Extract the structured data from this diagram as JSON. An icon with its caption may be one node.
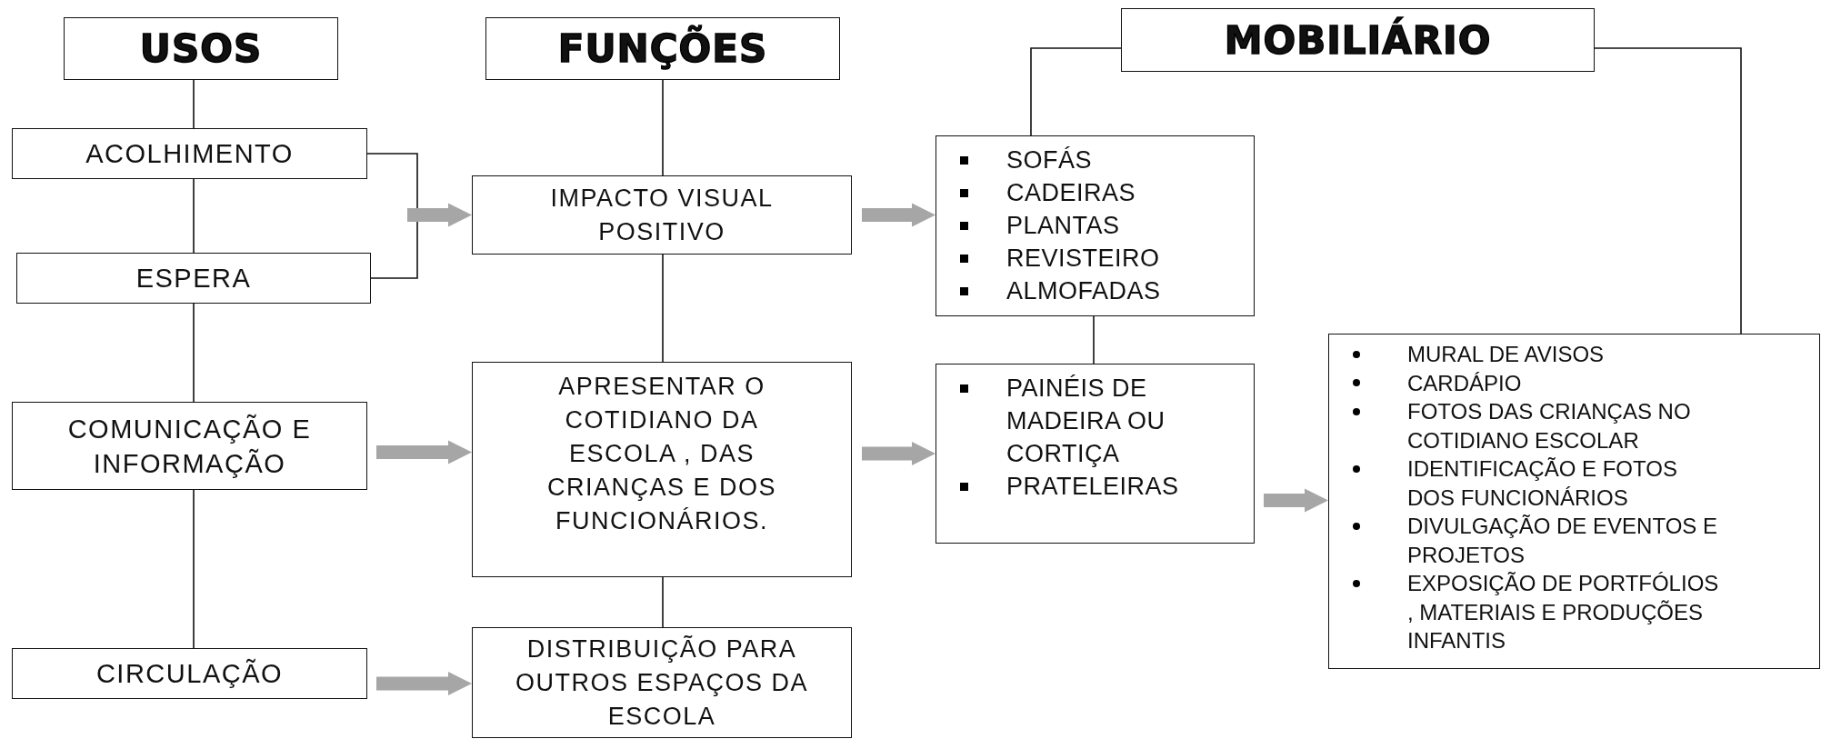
{
  "diagram": {
    "nodes": [
      {
        "text": [
          "USOS"
        ]
      },
      {
        "text": [
          "FUNÇÕES"
        ]
      },
      {
        "text": [
          "MOBILIÁRIO"
        ]
      },
      {
        "text": [
          "ACOLHIMENTO"
        ]
      },
      {
        "text": [
          "ESPERA"
        ]
      },
      {
        "text": [
          "COMUNICAÇÃO E INFORMAÇÃO"
        ]
      },
      {
        "text": [
          "CIRCULAÇÃO"
        ]
      },
      {
        "text": [
          "IMPACTO VISUAL POSITIVO"
        ]
      },
      {
        "text": [
          "APRESENTAR O COTIDIANO DA ESCOLA , DAS CRIANÇAS E DOS FUNCIONÁRIOS."
        ]
      },
      {
        "text": [
          "DISTRIBUIÇÃO PARA OUTROS ESPAÇOS DA ESCOLA"
        ]
      },
      {
        "text": [
          "SOFÁS",
          "CADEIRAS",
          "PLANTAS",
          "REVISTEIRO",
          "ALMOFADAS"
        ]
      },
      {
        "text": [
          "PAINÉIS DE MADEIRA OU CORTIÇA",
          "PRATELEIRAS"
        ]
      },
      {
        "text": [
          "MURAL DE AVISOS",
          "CARDÁPIO",
          "FOTOS DAS CRIANÇAS NO COTIDIANO ESCOLAR",
          "IDENTIFICAÇÃO E FOTOS DOS FUNCIONÁRIOS",
          "DIVULGAÇÃO DE EVENTOS E PROJETOS",
          "EXPOSIÇÃO DE PORTFÓLIOS , MATERIAIS E PRODUÇÕES INFANTIS"
        ]
      }
    ],
    "edges": [
      {
        "from": 0,
        "to": 3,
        "arrow": "none"
      },
      {
        "from": 3,
        "to": 4,
        "arrow": "none"
      },
      {
        "from": 4,
        "to": 5,
        "arrow": "none"
      },
      {
        "from": 5,
        "to": 6,
        "arrow": "none"
      },
      {
        "from": 3,
        "to": 4,
        "arrow": "none"
      },
      {
        "from": null,
        "to": 7,
        "arrow": "to",
        "style": "thick",
        "color": "#a6a6a6"
      },
      {
        "from": 5,
        "to": 8,
        "arrow": "to",
        "style": "thick",
        "color": "#a6a6a6"
      },
      {
        "from": 6,
        "to": 9,
        "arrow": "to",
        "style": "thick",
        "color": "#a6a6a6"
      },
      {
        "from": 1,
        "to": 7,
        "arrow": "none"
      },
      {
        "from": 7,
        "to": 8,
        "arrow": "none"
      },
      {
        "from": 8,
        "to": 9,
        "arrow": "none"
      },
      {
        "from": 7,
        "to": 10,
        "arrow": "to",
        "style": "thick",
        "color": "#a6a6a6"
      },
      {
        "from": 8,
        "to": 11,
        "arrow": "to",
        "style": "thick",
        "color": "#a6a6a6"
      },
      {
        "from": 2,
        "to": 10,
        "arrow": "none"
      },
      {
        "from": 2,
        "to": 12,
        "arrow": "none"
      },
      {
        "from": 10,
        "to": 11,
        "arrow": "none"
      },
      {
        "from": 11,
        "to": 12,
        "arrow": "to",
        "style": "thick",
        "color": "#a6a6a6"
      }
    ]
  }
}
